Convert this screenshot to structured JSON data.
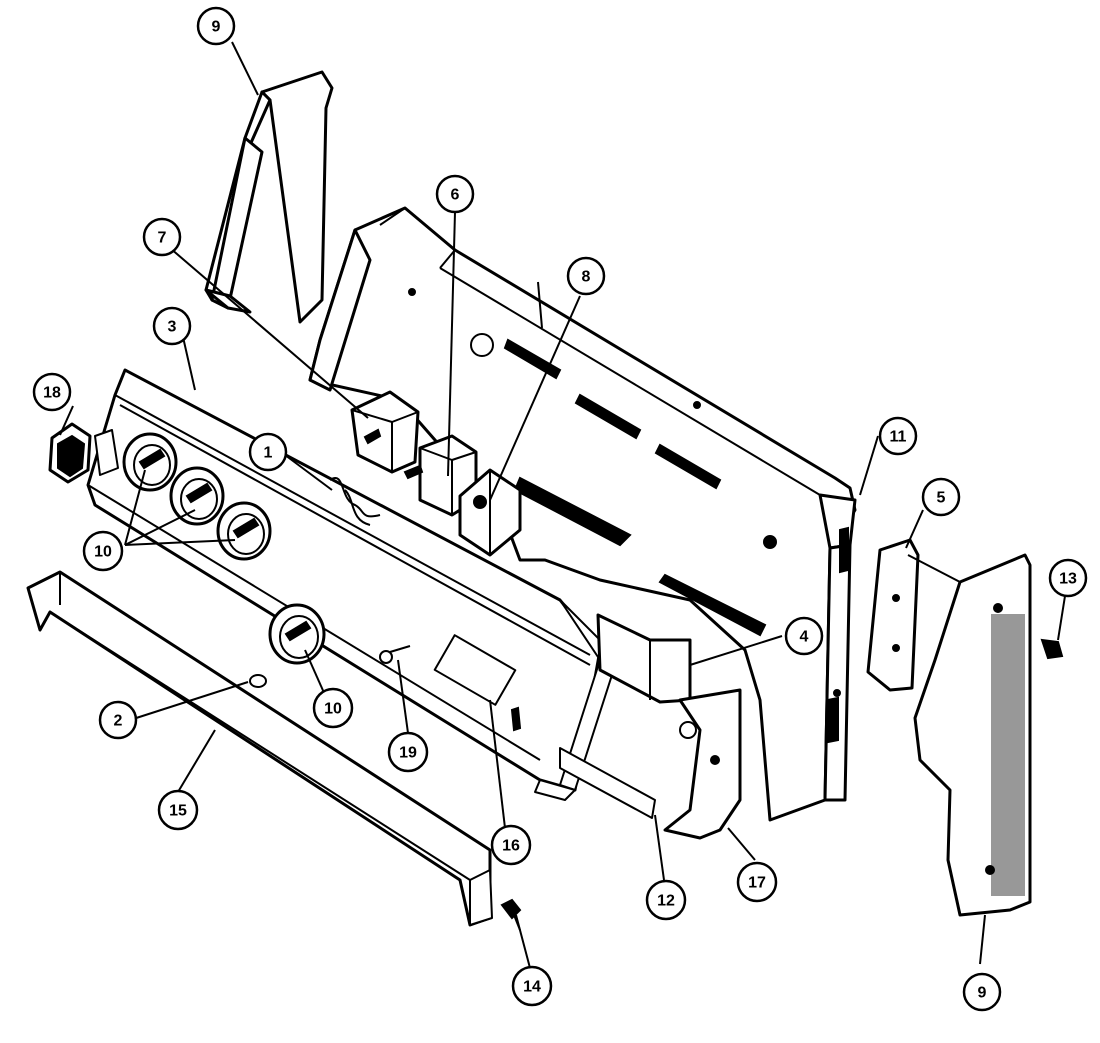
{
  "callouts": [
    {
      "id": "c1",
      "label": "1"
    },
    {
      "id": "c2",
      "label": "2"
    },
    {
      "id": "c3",
      "label": "3"
    },
    {
      "id": "c4",
      "label": "4"
    },
    {
      "id": "c5",
      "label": "5"
    },
    {
      "id": "c6",
      "label": "6"
    },
    {
      "id": "c7",
      "label": "7"
    },
    {
      "id": "c8",
      "label": "8"
    },
    {
      "id": "c9a",
      "label": "9"
    },
    {
      "id": "c9b",
      "label": "9"
    },
    {
      "id": "c10a",
      "label": "10"
    },
    {
      "id": "c10b",
      "label": "10"
    },
    {
      "id": "c11",
      "label": "11"
    },
    {
      "id": "c12",
      "label": "12"
    },
    {
      "id": "c13",
      "label": "13"
    },
    {
      "id": "c14",
      "label": "14"
    },
    {
      "id": "c15",
      "label": "15"
    },
    {
      "id": "c16",
      "label": "16"
    },
    {
      "id": "c17",
      "label": "17"
    },
    {
      "id": "c18",
      "label": "18"
    },
    {
      "id": "c19",
      "label": "19"
    }
  ]
}
